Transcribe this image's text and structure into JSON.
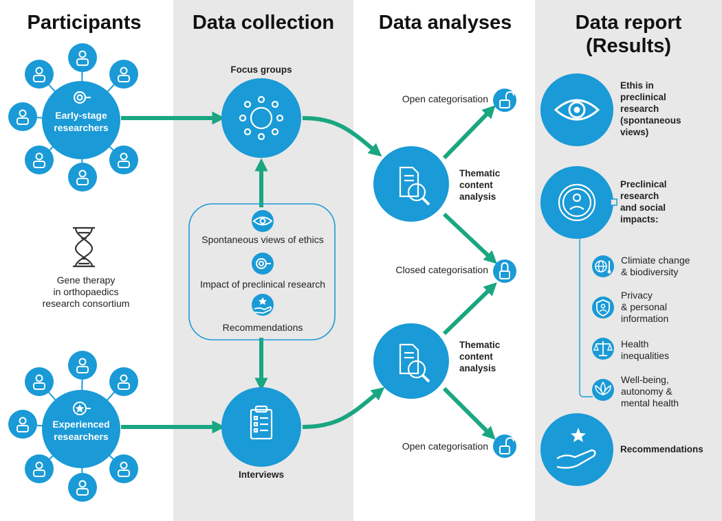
{
  "columns": {
    "participants": "Participants",
    "data_collection": "Data collection",
    "data_analyses": "Data analyses",
    "data_report_line1": "Data report",
    "data_report_line2": "(Results)"
  },
  "participants": {
    "early_stage_line1": "Early-stage",
    "early_stage_line2": "researchers",
    "experienced_line1": "Experienced",
    "experienced_line2": "researchers",
    "consortium_line1": "Gene therapy",
    "consortium_line2": "in orthopaedics",
    "consortium_line3": "research consortium"
  },
  "collection": {
    "focus_groups": "Focus groups",
    "interviews": "Interviews",
    "topics": [
      "Spontaneous views of ethics",
      "Impact of preclinical research",
      "Recommendations"
    ]
  },
  "analyses": {
    "open_top": "Open categorisation",
    "closed": "Closed categorisation",
    "open_bottom": "Open categorisation",
    "thematic_top": [
      "Thematic",
      "content",
      "analysis"
    ],
    "thematic_bottom": [
      "Thematic",
      "content",
      "analysis"
    ]
  },
  "report": {
    "ethics": [
      "Ethis in",
      "preclinical",
      "research",
      "(spontaneous",
      "views)"
    ],
    "impacts": [
      "Preclinical",
      "research",
      "and social",
      "impacts:"
    ],
    "climate": [
      "Climiate change",
      "& biodiversity"
    ],
    "privacy": [
      "Privacy",
      "& personal",
      "information"
    ],
    "health": [
      "Health",
      "inequalities"
    ],
    "wellbeing": [
      "Well-being,",
      "autonomy &",
      "mental health"
    ],
    "recommendations": "Recommendations"
  },
  "colors": {
    "circle": "#1a9ad6",
    "arrow": "#1aa681",
    "panel": "#e8e8e8",
    "topic_box": "#1a9ad6"
  }
}
